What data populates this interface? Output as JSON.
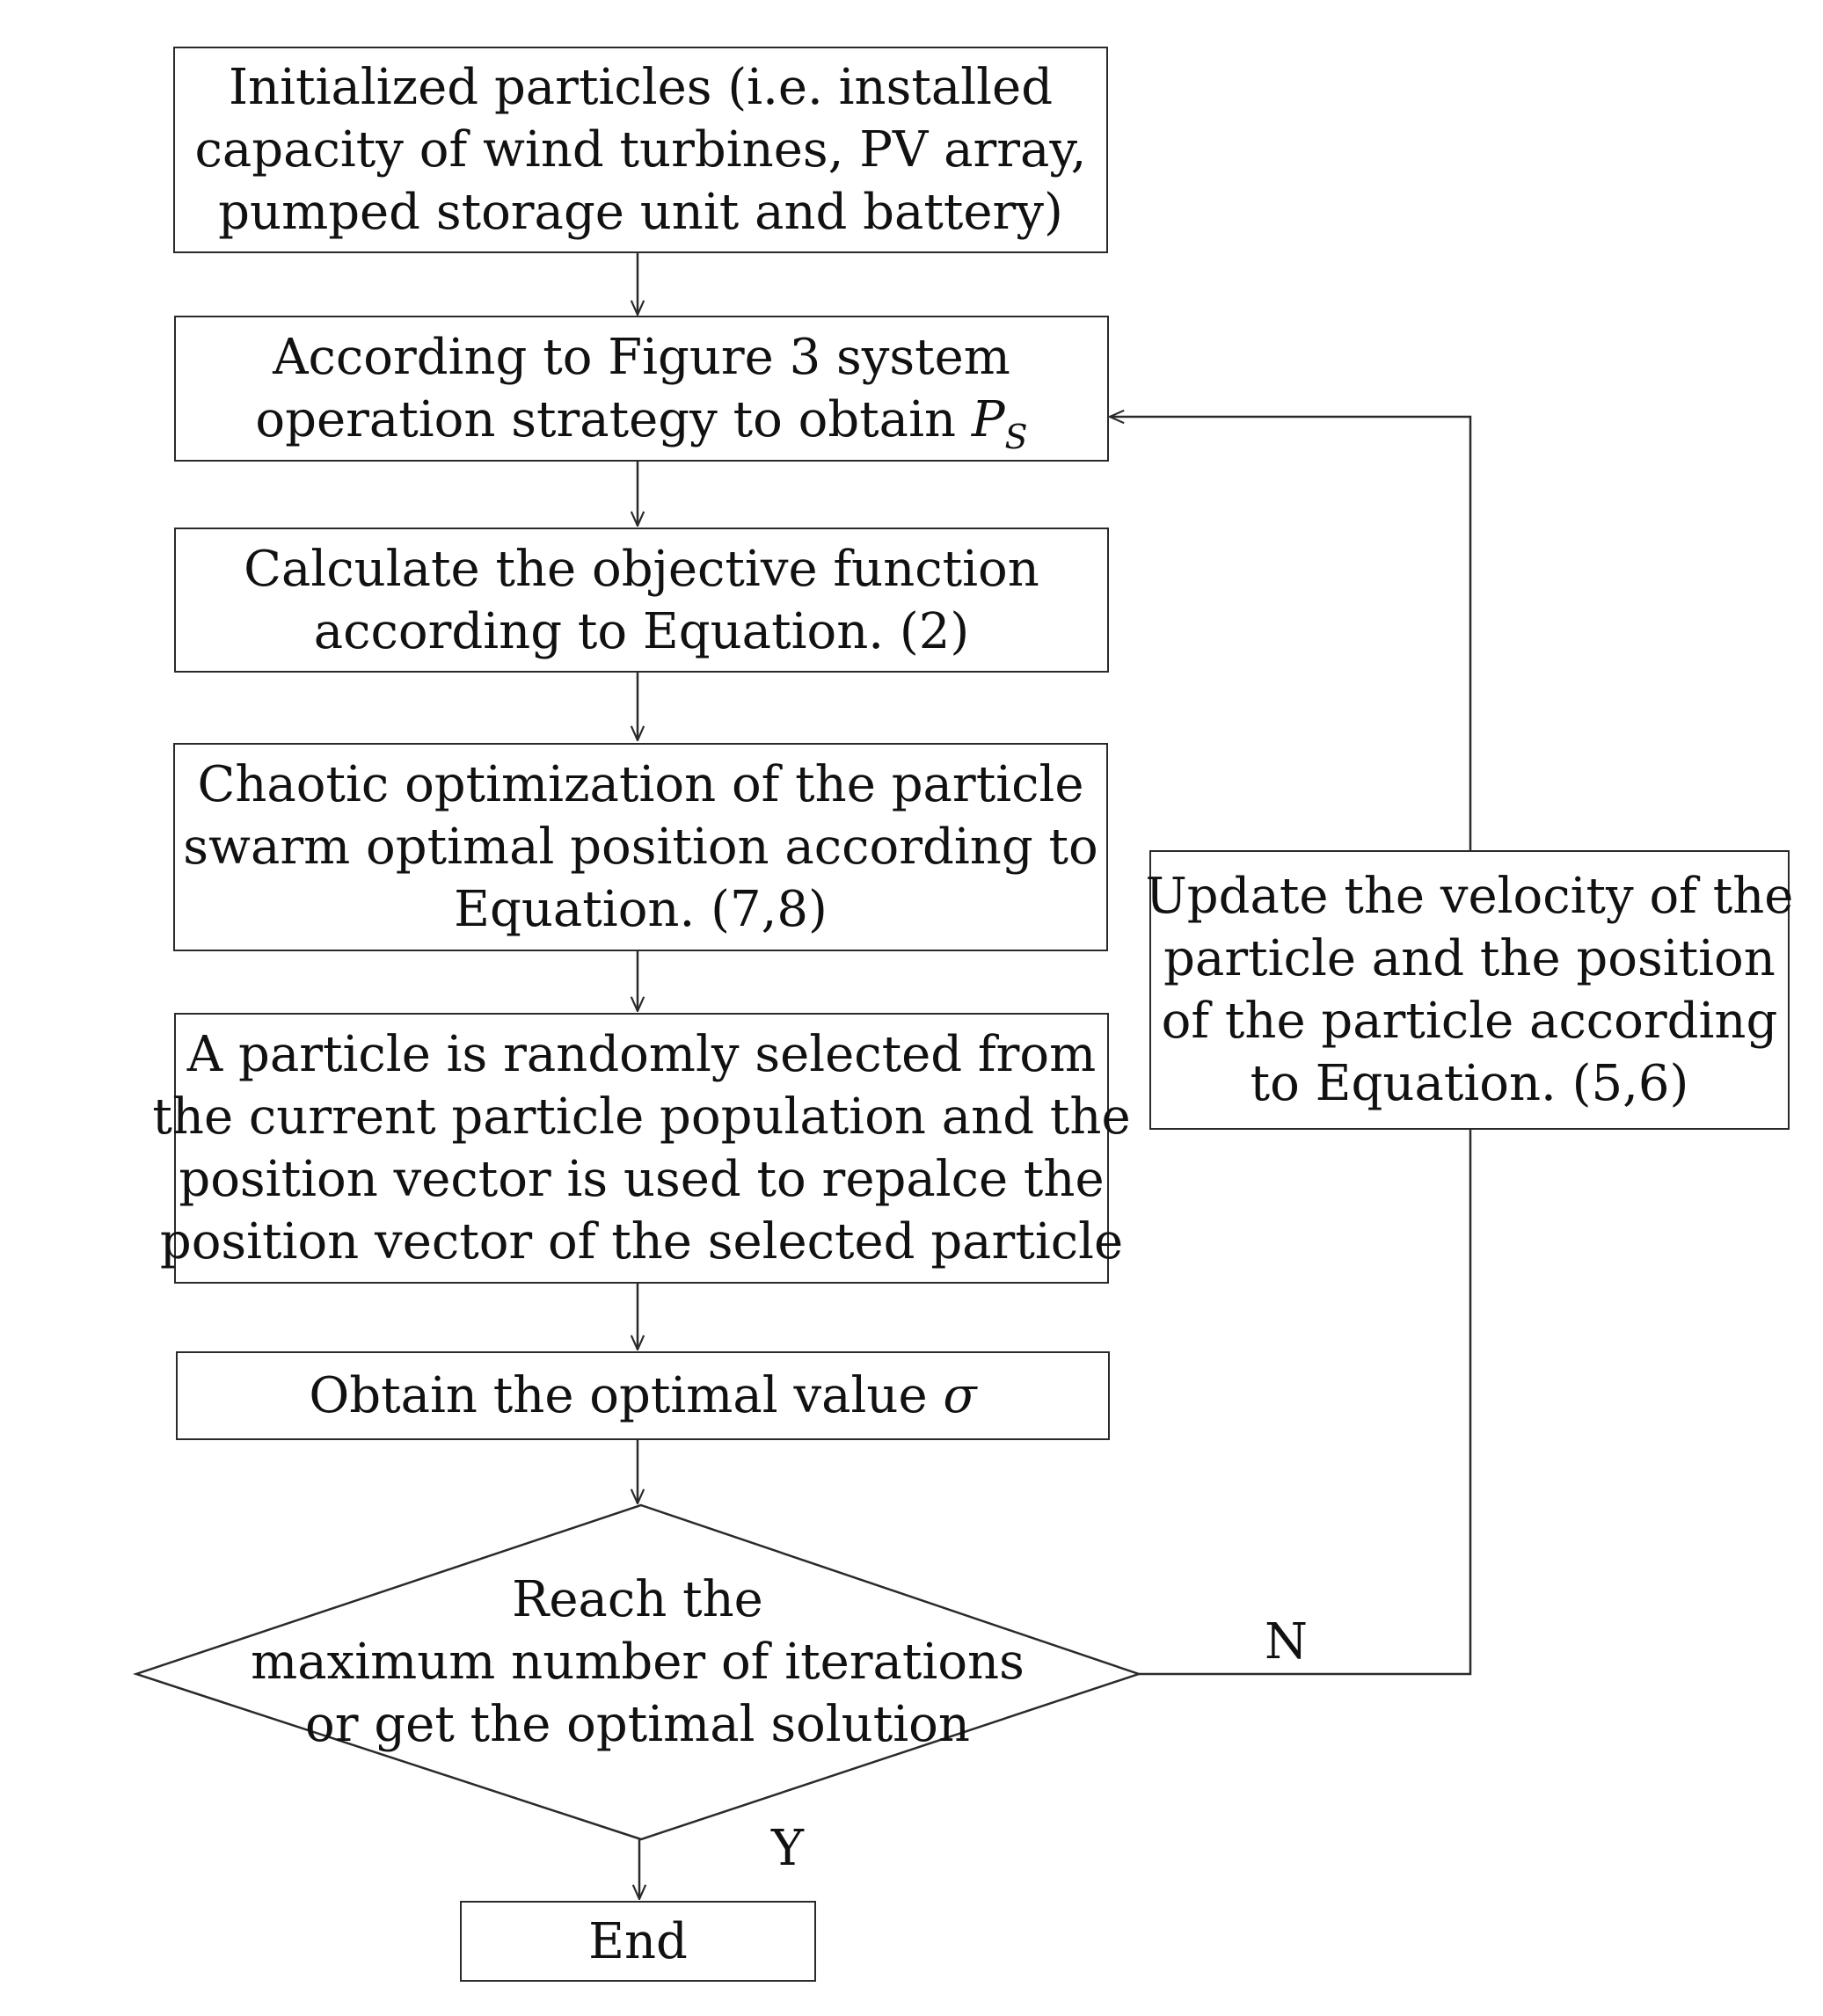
{
  "diagram": {
    "nodes": {
      "init": {
        "lines": [
          "Initialized particles (i.e. installed",
          "capacity of wind turbines, PV array,",
          "pumped storage unit and battery)"
        ]
      },
      "strategy": {
        "line1": "According to Figure 3 system",
        "line2_prefix": "operation strategy to obtain ",
        "symbol": "P",
        "subscript": "S"
      },
      "objective": {
        "lines": [
          "Calculate the objective function",
          "according to Equation. (2)"
        ]
      },
      "chaotic": {
        "lines": [
          "Chaotic optimization of the particle",
          "swarm optimal position according to",
          "Equation. (7,8)"
        ]
      },
      "replace": {
        "lines": [
          "A particle is randomly selected from",
          "the current particle population and the",
          "position vector is used to repalce the",
          "position vector of the selected particle"
        ]
      },
      "optimal": {
        "prefix": "Obtain the optimal value ",
        "symbol": "σ"
      },
      "decision": {
        "lines": [
          "Reach the",
          "maximum  number of iterations",
          "or get the optimal solution"
        ]
      },
      "update": {
        "lines": [
          "Update the velocity of the",
          "particle and the position",
          "of the particle according",
          "to Equation. (5,6)"
        ]
      },
      "end": {
        "label": "End"
      }
    },
    "edge_labels": {
      "no": "N",
      "yes": "Y"
    },
    "colors": {
      "stroke": "#2a2a2a",
      "text": "#111111",
      "background": "#ffffff"
    }
  }
}
